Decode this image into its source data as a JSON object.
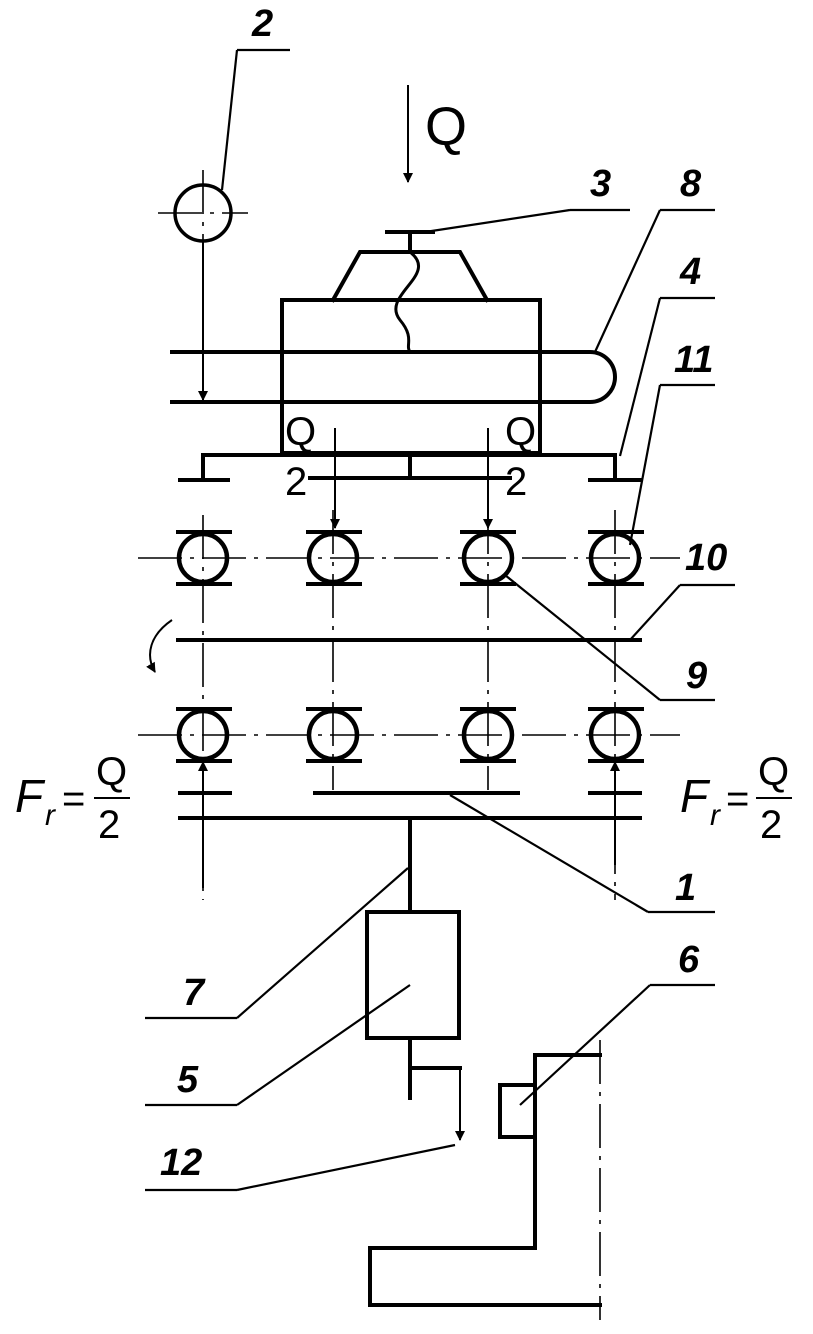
{
  "callouts": {
    "n1": "1",
    "n2": "2",
    "n3": "3",
    "n4": "4",
    "n5": "5",
    "n6": "6",
    "n7": "7",
    "n8": "8",
    "n9": "9",
    "n10": "10",
    "n11": "11",
    "n12": "12"
  },
  "loads": {
    "q": "Q",
    "half_num": "Q",
    "half_den": "2"
  },
  "reactions": {
    "f": "F",
    "sub": "r",
    "eq": "=",
    "num": "Q",
    "den": "2"
  }
}
